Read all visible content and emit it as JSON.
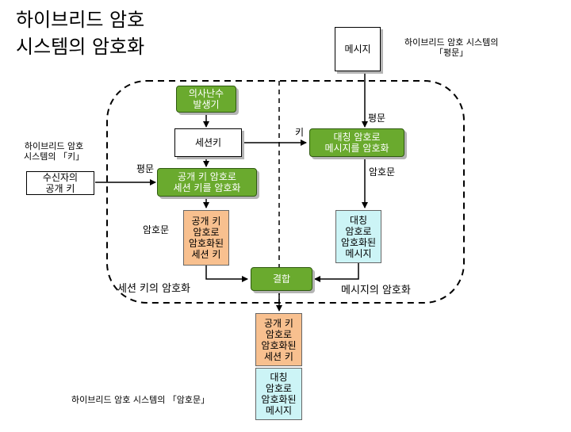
{
  "title": {
    "line1": "하이브리드 암호",
    "line2": "시스템의 암호화"
  },
  "boxes": {
    "message": "메시지",
    "prng": "의사난수\n발생기",
    "session_key": "세션키",
    "public_key_enc": "공개 키 암호로\n세션 키를 암호화",
    "sym_enc": "대칭 암호로\n메시지를 암호화",
    "receiver_pubkey": "수신자의\n공개 키",
    "enc_session_key": "공개 키\n암호로\n암호화된\n세션 키",
    "enc_message": "대칭\n암호로\n암호화된\n메시지",
    "combine": "결합",
    "out_session_key": "공개 키\n암호로\n암호화된\n세션 키",
    "out_message": "대칭\n암호로\n암호화된\n메시지"
  },
  "labels": {
    "hybrid_plaintext": "하이브리드 암호 시스템의\n「평문」",
    "hybrid_key": "하이브리드 암호\n시스템의 「키」",
    "plaintext_right": "평문",
    "plaintext_left": "평문",
    "key": "키",
    "ciphertext_right": "암호문",
    "ciphertext_left": "암호문",
    "session_key_encryption": "세션 키의 암호화",
    "message_encryption": "메시지의 암호화",
    "hybrid_ciphertext": "하이브리드 암호 시스템의 「암호문」"
  }
}
